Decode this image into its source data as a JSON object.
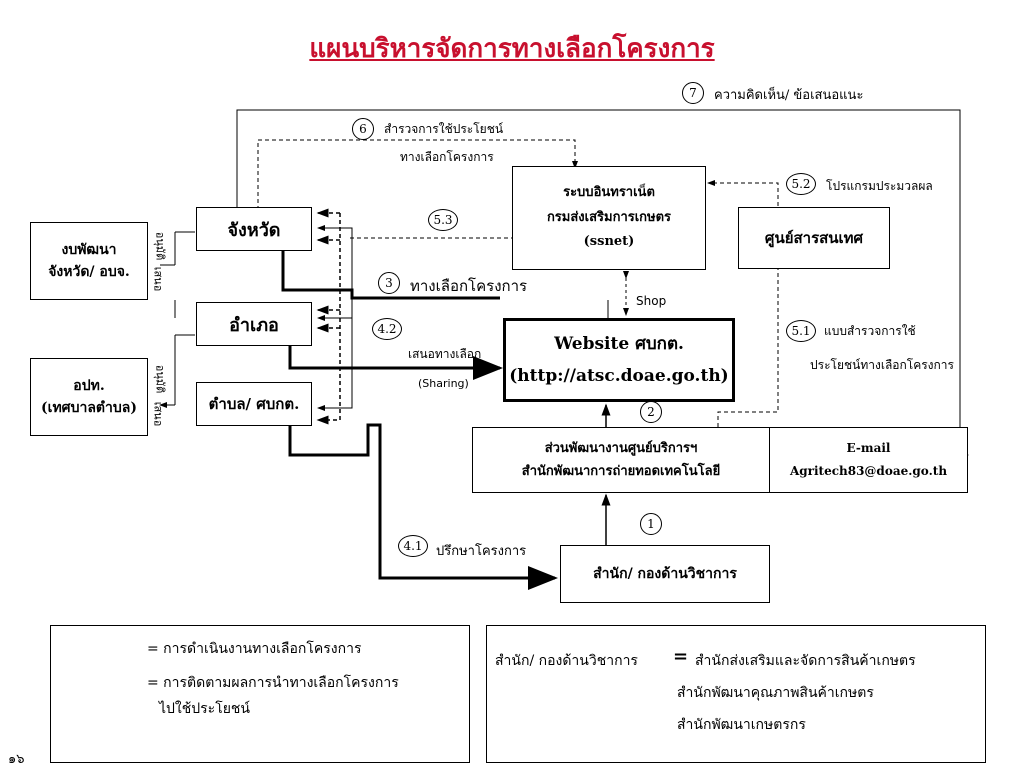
{
  "title": "แผนบริหารจัดการทางเลือกโครงการ",
  "boxes": {
    "budget": [
      "งบพัฒนา",
      "จังหวัด/ อบจ."
    ],
    "opt": [
      "อปท.",
      "(เทศบาลตำบล)"
    ],
    "province": "จังหวัด",
    "district": "อำเภอ",
    "subdistrict": "ตำบล/ ศบกต.",
    "intranet": [
      "ระบบอินทราเน็ต",
      "กรมส่งเสริมการเกษตร",
      "(ssnet)"
    ],
    "infocenter": "ศูนย์สารสนเทศ",
    "website": [
      "Website ศบกต.",
      "(http://atsc.doae.go.th)"
    ],
    "dev_dept": [
      "ส่วนพัฒนางานศูนย์บริการฯ",
      "สำนักพัฒนาการถ่ายทอดเทคโนโลยี"
    ],
    "email": [
      "E-mail",
      "Agritech83@doae.go.th"
    ],
    "office": "สำนัก/ กองด้านวิชาการ"
  },
  "side_labels": {
    "propose": "เสนอ",
    "approve": "อนุมัติ"
  },
  "steps": {
    "s1": "1",
    "s2": "2",
    "s3": "3",
    "s3_label": "ทางเลือกโครงการ",
    "s41": "4.1",
    "s41_label": "ปรึกษาโครงการ",
    "s42": "4.2",
    "s42_label": "เสนอทางเลือก",
    "sharing": "(Sharing)",
    "s51": "5.1",
    "s51_label1": "แบบสำรวจการใช้",
    "s51_label2": "ประโยชน์ทางเลือกโครงการ",
    "s52": "5.2",
    "s52_label": "โปรแกรมประมวลผล",
    "s53": "5.3",
    "s6": "6",
    "s6_label1": "สำรวจการใช้ประโยชน์",
    "s6_label2": "ทางเลือกโครงการ",
    "s7": "7",
    "s7_label": "ความคิดเห็น/ ข้อเสนอแนะ",
    "shop": "Shop"
  },
  "legend": {
    "solid": "= การดำเนินงานทางเลือกโครงการ",
    "dashed1": "= การติดตามผลการนำทางเลือกโครงการ",
    "dashed2": "ไปใช้ประโยชน์"
  },
  "note": {
    "lhs": "สำนัก/ กองด้านวิชาการ",
    "eq": "=",
    "line1": "สำนักส่งเสริมและจัดการสินค้าเกษตร",
    "line2": "สำนักพัฒนาคุณภาพสินค้าเกษตร",
    "line3": "สำนักพัฒนาเกษตรกร"
  },
  "page_number": "๑๖"
}
